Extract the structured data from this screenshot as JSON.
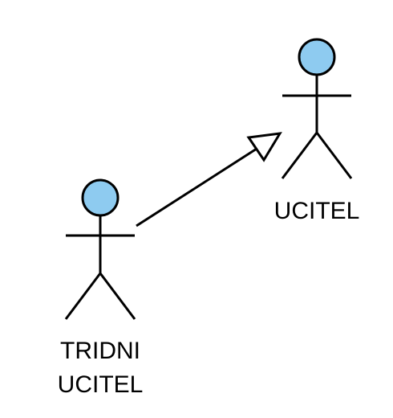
{
  "diagram": {
    "type": "use-case-generalization",
    "actors": [
      {
        "id": "tridni-ucitel",
        "label_lines": [
          "TRIDNI",
          "UCITEL"
        ]
      },
      {
        "id": "ucitel",
        "label_lines": [
          "UCITEL"
        ]
      }
    ],
    "relationship": {
      "kind": "generalization",
      "from": "tridni-ucitel",
      "to": "ucitel"
    }
  },
  "colors": {
    "actor_head": "#8ecbf0",
    "stroke": "#000000",
    "arrowhead_fill": "#ffffff",
    "background": "#ffffff"
  }
}
